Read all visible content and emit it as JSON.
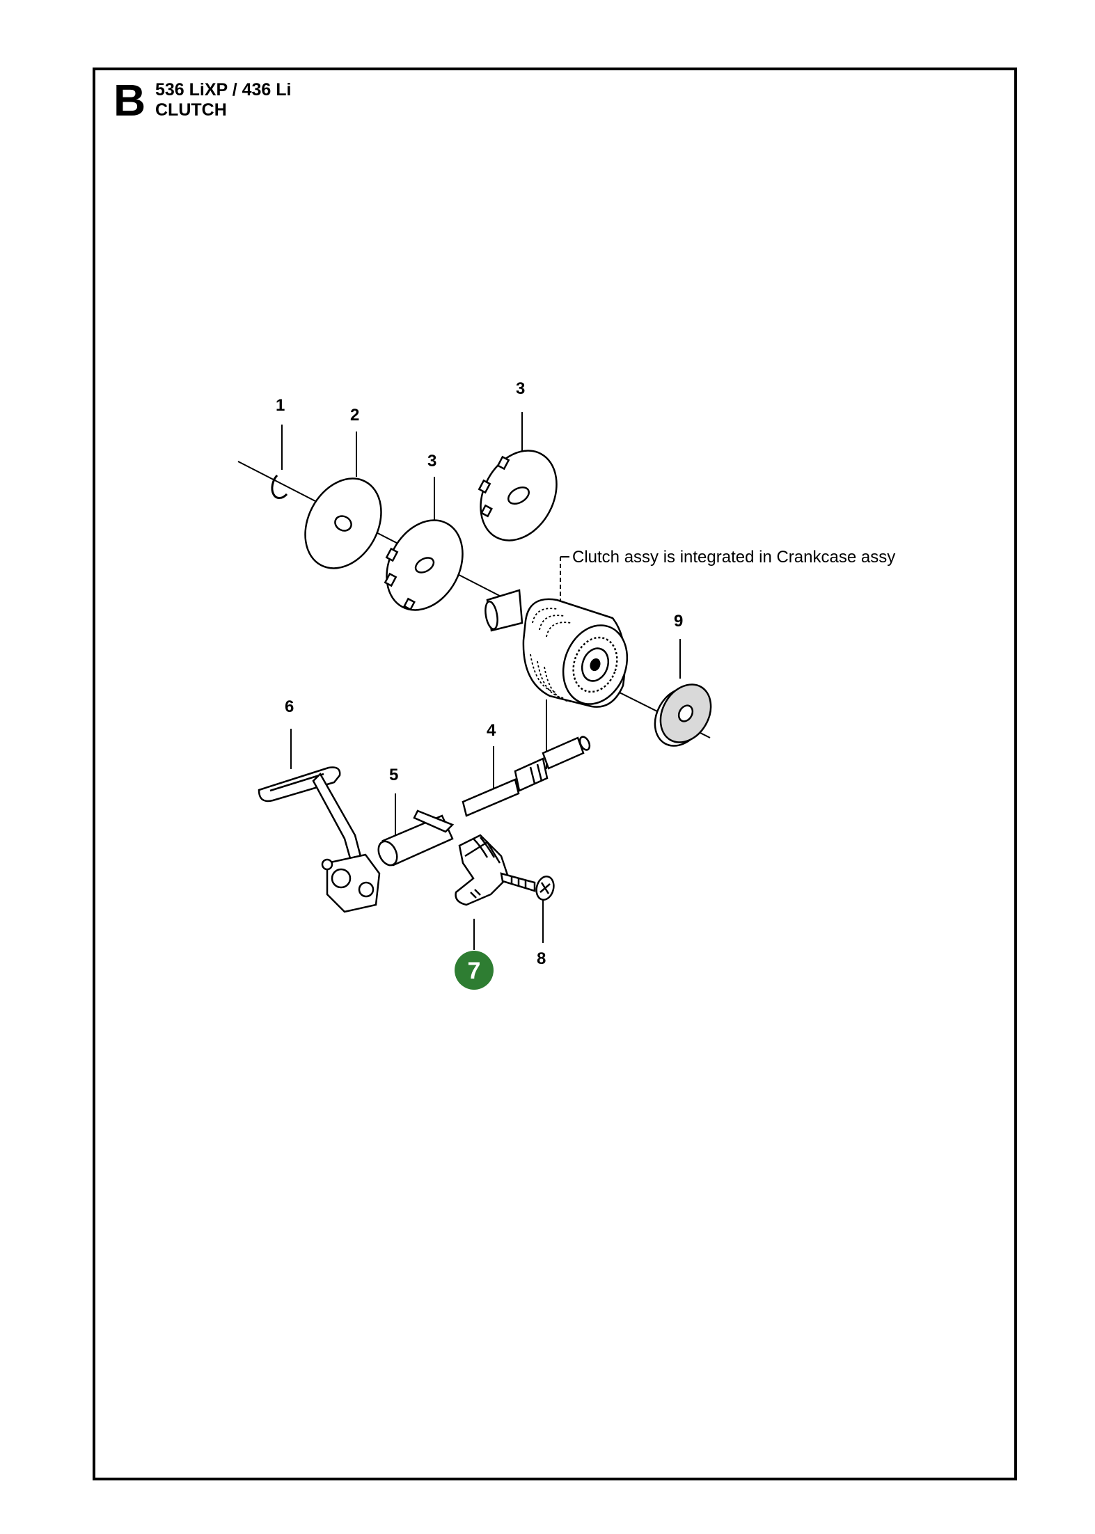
{
  "header": {
    "section_letter": "B",
    "model": "536 LiXP / 436 Li",
    "title": "CLUTCH"
  },
  "note": "Clutch assy is integrated in Crankcase assy",
  "callouts": [
    {
      "id": "c1",
      "label": "1"
    },
    {
      "id": "c2",
      "label": "2"
    },
    {
      "id": "c3a",
      "label": "3"
    },
    {
      "id": "c3b",
      "label": "3"
    },
    {
      "id": "c4",
      "label": "4"
    },
    {
      "id": "c5",
      "label": "5"
    },
    {
      "id": "c6",
      "label": "6"
    },
    {
      "id": "c7",
      "label": "7",
      "highlighted": true
    },
    {
      "id": "c8",
      "label": "8"
    },
    {
      "id": "c9",
      "label": "9"
    }
  ],
  "colors": {
    "highlight": "#2e7d32",
    "line": "#000000",
    "part_fill": "#ffffff",
    "part_shade": "#d9d9d9"
  }
}
